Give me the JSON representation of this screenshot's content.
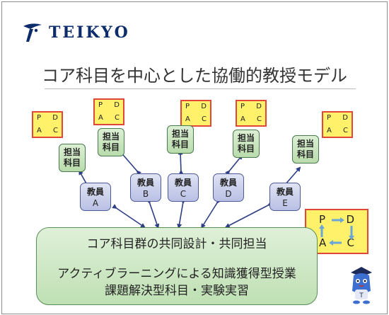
{
  "logo": {
    "text": "TEIKYO"
  },
  "title": "コア科目を中心とした協働的教授モデル",
  "pdca_letters": {
    "p": "P",
    "d": "D",
    "a": "A",
    "c": "C"
  },
  "subject_label": {
    "line1": "担当",
    "line2": "科目"
  },
  "faculty_label": "教員",
  "faculty": [
    {
      "id": "A"
    },
    {
      "id": "B"
    },
    {
      "id": "C"
    },
    {
      "id": "D"
    },
    {
      "id": "E"
    }
  ],
  "core_box": {
    "line1": "コア科目群の共同設計・共同担当",
    "line2": "アクティブラーニングによる知識獲得型授業",
    "line3": "課題解決型科目・実験実習"
  },
  "colors": {
    "pdca_fill": "#fff16a",
    "pdca_border": "#e0473a",
    "subject_fill": "#c6e4bb",
    "faculty_fill": "#c9cfee",
    "core_fill": "#cfe8c5",
    "arrow": "#2d3e86"
  }
}
